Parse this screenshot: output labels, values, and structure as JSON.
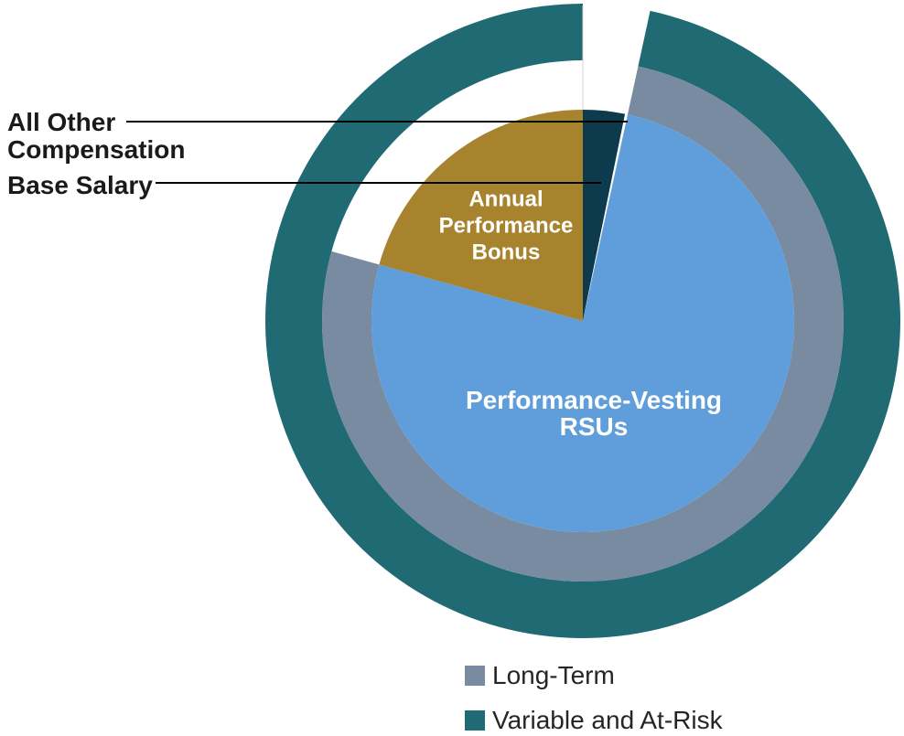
{
  "chart_data": {
    "type": "pie",
    "title": "",
    "description": "Compensation mix donut chart with concentric category rings",
    "units": "percent of total compensation (estimated from arc angles)",
    "start_angle_deg": 0,
    "direction": "clockwise-from-12-o-clock",
    "slices": [
      {
        "label": "Base Salary",
        "value": 3.2,
        "color": "#0e3a4d",
        "label_placement": "callout-left"
      },
      {
        "label": "All Other Compensation",
        "value": 0.2,
        "color": "#ffffff",
        "label_placement": "callout-left"
      },
      {
        "label": "Performance-Vesting RSUs",
        "value": 75.9,
        "color": "#5f9eda",
        "label_placement": "inside",
        "label_color": "#ffffff"
      },
      {
        "label": "Annual Performance Bonus",
        "value": 20.7,
        "color": "#a7832d",
        "label_placement": "inside",
        "label_color": "#ffffff"
      }
    ],
    "rings": [
      {
        "label": "Long-Term",
        "color": "#798ba0",
        "covers": [
          "Performance-Vesting RSUs"
        ]
      },
      {
        "label": "Variable and At-Risk",
        "color": "#206a74",
        "covers": [
          "Performance-Vesting RSUs",
          "Annual Performance Bonus"
        ]
      }
    ],
    "legend": [
      {
        "label": "Long-Term",
        "color": "#798ba0"
      },
      {
        "label": "Variable and At-Risk",
        "color": "#206a74"
      }
    ],
    "legend_position": "bottom-center",
    "grid": false,
    "callout_line_color": "#000000",
    "background_color": "#ffffff"
  }
}
